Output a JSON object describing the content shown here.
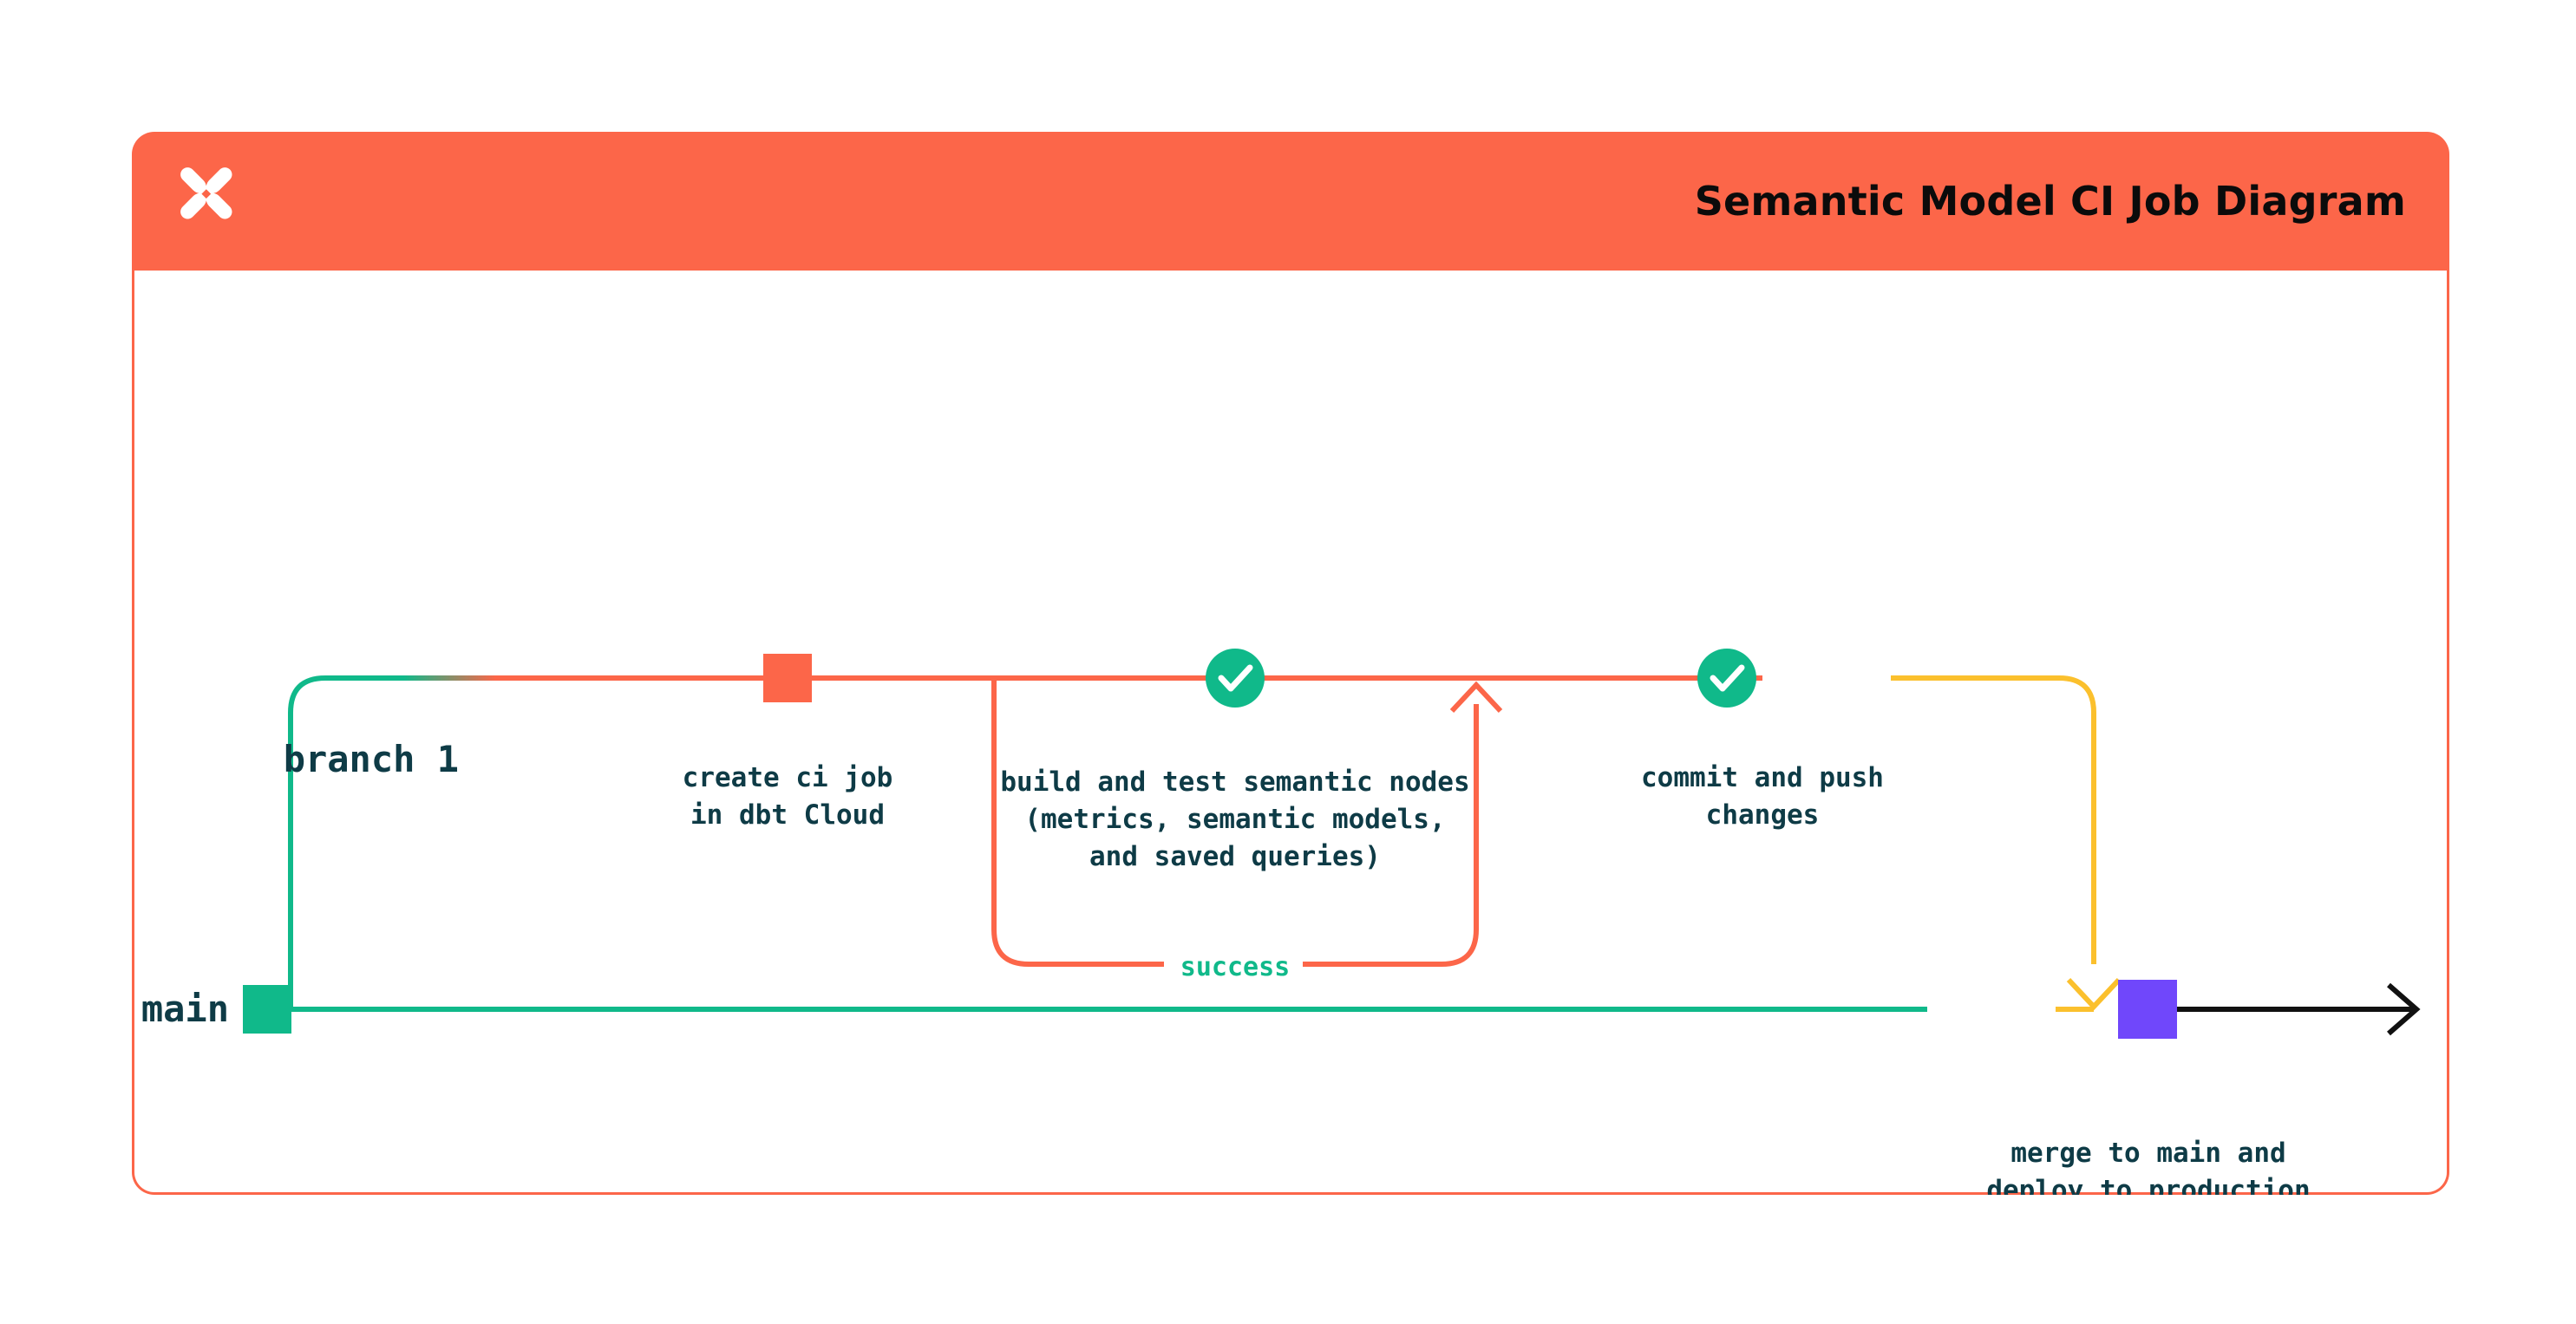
{
  "card": {
    "title": "Semantic Model CI Job Diagram",
    "logo_icon": "dbt-logo-icon",
    "header_color": "#FC6649",
    "border_color": "#FC6649",
    "background_color": "#FFFFFF"
  },
  "colors": {
    "orange": "#FC6649",
    "green": "#10B98A",
    "yellow": "#FBC02D",
    "purple": "#7047FB",
    "black": "#111111",
    "text_dark": "#0E3B46"
  },
  "lanes": [
    {
      "id": "branch-1",
      "label": "branch 1",
      "color": "#0E3B46"
    },
    {
      "id": "main",
      "label": "main",
      "color": "#0E3B46"
    }
  ],
  "nodes": [
    {
      "id": "main-start",
      "shape": "square",
      "color": "#10B98A",
      "lane": "main",
      "label": ""
    },
    {
      "id": "create-ci-job",
      "shape": "square",
      "color": "#FC6649",
      "lane": "branch-1",
      "label_lines": [
        "create ci job",
        "in dbt Cloud"
      ]
    },
    {
      "id": "build-and-test",
      "shape": "check-circle",
      "color": "#10B98A",
      "lane": "branch-1",
      "label_lines": [
        "build and test semantic nodes",
        "(metrics, semantic models,",
        "and saved queries)"
      ]
    },
    {
      "id": "commit-and-push",
      "shape": "check-circle",
      "color": "#10B98A",
      "lane": "branch-1",
      "label_lines": [
        "commit and push",
        "changes"
      ]
    },
    {
      "id": "merge-to-main",
      "shape": "square",
      "color": "#7047FB",
      "lane": "main",
      "label_lines": [
        "merge to main and",
        "deploy to production"
      ]
    }
  ],
  "edges": [
    {
      "id": "retry-loop",
      "label": "success",
      "label_color": "#10B98A",
      "line_color": "#FC6649",
      "arrow": "up"
    },
    {
      "id": "merge-edge",
      "label": "",
      "line_color": "#FBC02D",
      "arrow": "down"
    },
    {
      "id": "main-continue",
      "label": "",
      "line_color": "#111111",
      "arrow": "right"
    }
  ],
  "labels": {
    "branch_1": "branch 1",
    "main": "main",
    "create_ci_job_l1": "create ci job",
    "create_ci_job_l2": "in dbt Cloud",
    "build_test_l1": "build and test semantic nodes",
    "build_test_l2": "(metrics, semantic models,",
    "build_test_l3": "and saved queries)",
    "commit_push_l1": "commit and push",
    "commit_push_l2": "changes",
    "success": "success",
    "merge_l1": "merge to main and",
    "merge_l2": "deploy to production"
  }
}
